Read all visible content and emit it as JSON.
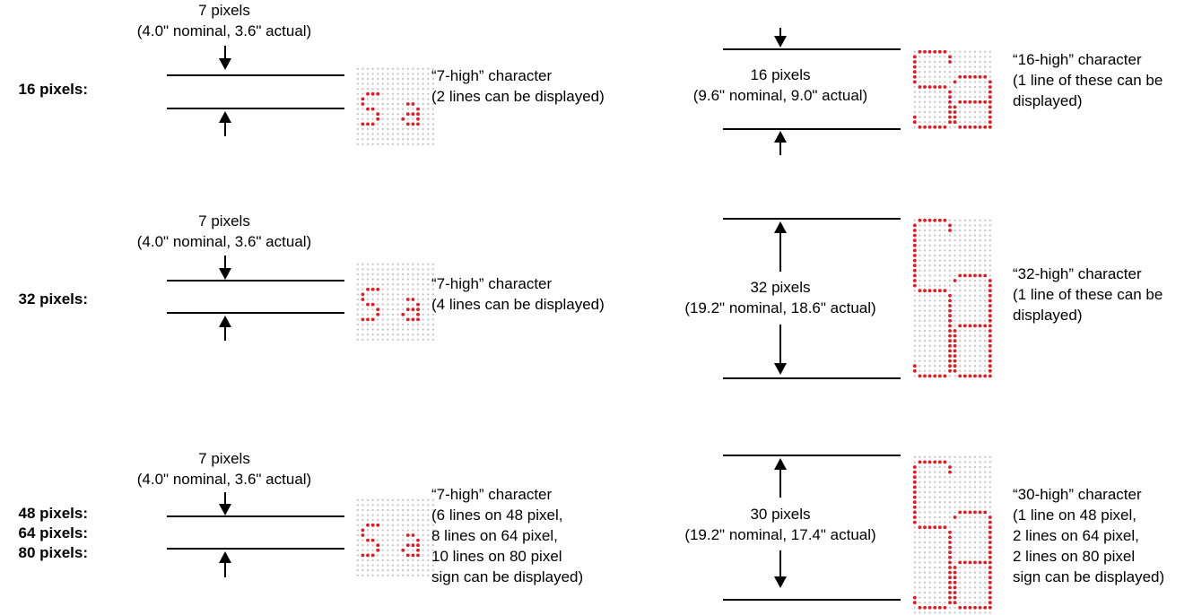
{
  "colors": {
    "lit": "#e8161d",
    "unlit": "#c8c8c8",
    "line": "#000000"
  },
  "rows": [
    {
      "label_lines": [
        "16 pixels:"
      ],
      "small": {
        "measure_lines": [
          "7 pixels",
          "(4.0\" nominal, 3.6\" actual)"
        ],
        "desc_lines": [
          "“7-high” character",
          "(2 lines can be displayed)"
        ]
      },
      "large": {
        "measure_lines": [
          "16 pixels",
          "(9.6\" nominal, 9.0\" actual)"
        ],
        "desc_lines": [
          "“16-high” character",
          "(1 line of these can be",
          "displayed)"
        ]
      }
    },
    {
      "label_lines": [
        "32 pixels:"
      ],
      "small": {
        "measure_lines": [
          "7 pixels",
          "(4.0\" nominal, 3.6\" actual)"
        ],
        "desc_lines": [
          "“7-high” character",
          "(4 lines can be displayed)"
        ]
      },
      "large": {
        "measure_lines": [
          "32 pixels",
          "(19.2\" nominal, 18.6\" actual)"
        ],
        "desc_lines": [
          "“32-high” character",
          "(1 line of these can be",
          "displayed)"
        ]
      }
    },
    {
      "label_lines": [
        "48 pixels:",
        "64 pixels:",
        "80 pixels:"
      ],
      "small": {
        "measure_lines": [
          "7 pixels",
          "(4.0\" nominal, 3.6\" actual)"
        ],
        "desc_lines": [
          "“7-high” character",
          "(6 lines on 48 pixel,",
          "8 lines on 64 pixel,",
          "10 lines on 80 pixel",
          "sign can be displayed)"
        ]
      },
      "large": {
        "measure_lines": [
          "30 pixels",
          "(19.2\" nominal, 17.4\" actual)"
        ],
        "desc_lines": [
          "“30-high” character",
          "(1 line on 48 pixel,",
          "2 lines on 64 pixel,",
          "2 lines on 80 pixel",
          "sign can be displayed)"
        ]
      }
    }
  ]
}
